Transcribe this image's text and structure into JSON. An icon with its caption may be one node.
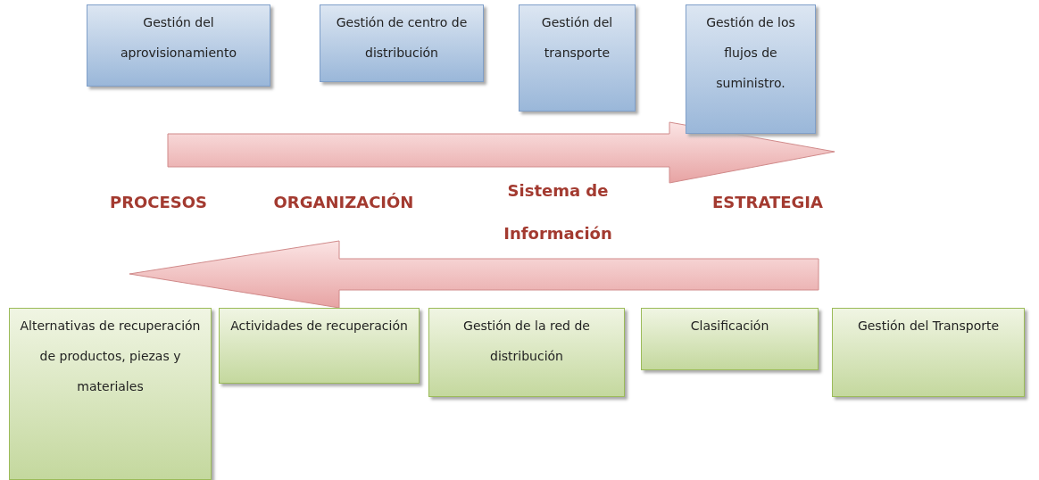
{
  "diagram": {
    "nodes": [
      {
        "text": [
          "Gestión del aprovisionamiento"
        ]
      },
      {
        "text": [
          "Gestión de centro de distribución"
        ]
      },
      {
        "text": [
          "Gestión del transporte"
        ]
      },
      {
        "text": [
          "Gestión de los flujos de suministro."
        ]
      },
      {
        "text": [
          "Alternativas de recuperación de productos, piezas y materiales"
        ]
      },
      {
        "text": [
          "Actividades de recuperación"
        ]
      },
      {
        "text": [
          "Gestión de la red de distribución"
        ]
      },
      {
        "text": [
          "Clasificación"
        ]
      },
      {
        "text": [
          "Gestión del Transporte"
        ]
      }
    ],
    "labels": [
      "PROCESOS",
      "ORGANIZACIÓN",
      "Sistema de Información",
      "ESTRATEGIA"
    ]
  }
}
